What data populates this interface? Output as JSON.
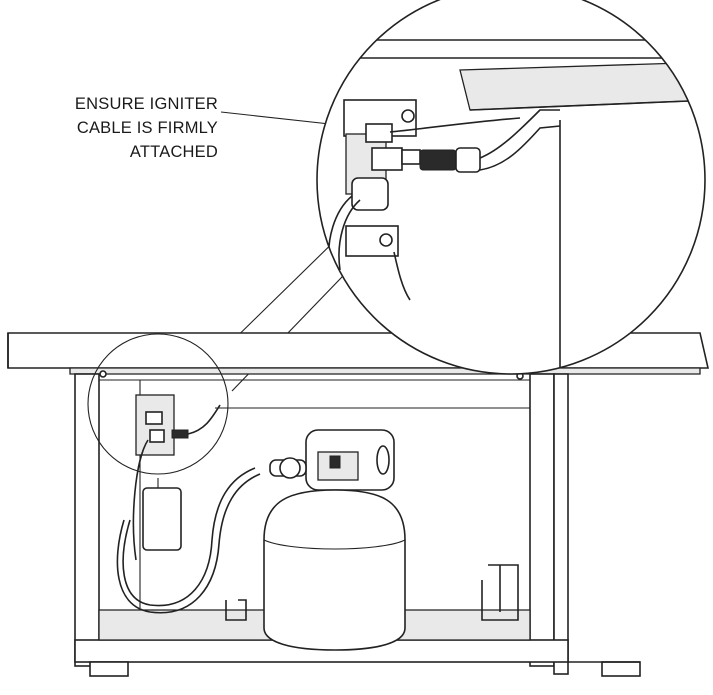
{
  "callout": {
    "lines": [
      "ENSURE IGNITER",
      "CABLE IS FIRMLY",
      "ATTACHED"
    ]
  },
  "colors": {
    "line": "#222222",
    "background": "#ffffff"
  }
}
